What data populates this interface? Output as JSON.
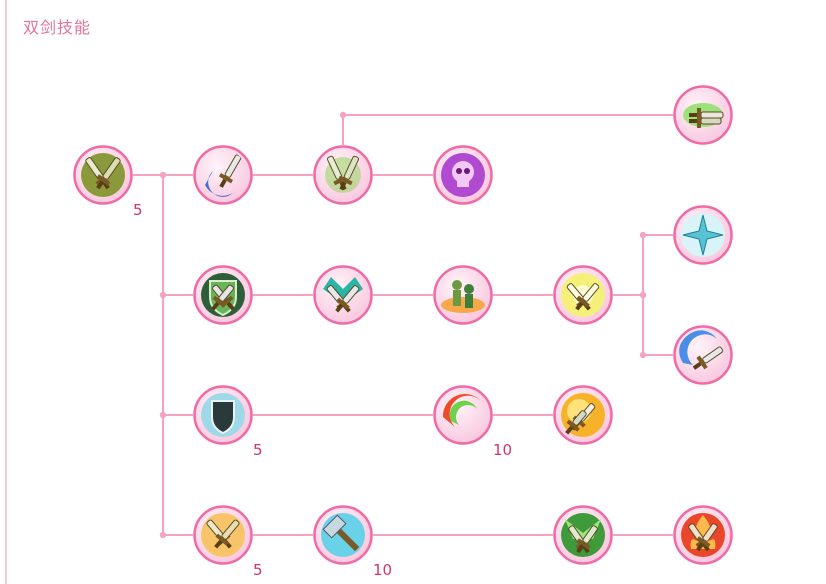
{
  "panel": {
    "title": "双剑技能"
  },
  "colors": {
    "line": "#f6a3c1",
    "ring": "#f06aa5",
    "node_fill": "#fde4ef",
    "level_text": "#d6336c",
    "title_text": "#e2739c"
  },
  "skills": [
    {
      "id": "dual-sword-mastery",
      "icon": "crossed-swords-icon",
      "level": "5"
    },
    {
      "id": "blue-slash",
      "icon": "blue-slash-icon",
      "level": ""
    },
    {
      "id": "green-swords",
      "icon": "swords-green-icon",
      "level": ""
    },
    {
      "id": "skull-curse",
      "icon": "skull-icon",
      "level": ""
    },
    {
      "id": "dash-strike",
      "icon": "dash-blade-icon",
      "level": ""
    },
    {
      "id": "shield-guard",
      "icon": "shield-icon",
      "level": ""
    },
    {
      "id": "teal-swords",
      "icon": "teal-swords-icon",
      "level": ""
    },
    {
      "id": "party-aura",
      "icon": "party-aura-icon",
      "level": ""
    },
    {
      "id": "light-swords",
      "icon": "glowing-swords-icon",
      "level": ""
    },
    {
      "id": "star-pierce",
      "icon": "star-blade-icon",
      "level": ""
    },
    {
      "id": "wave-cut",
      "icon": "wave-blade-icon",
      "level": ""
    },
    {
      "id": "dark-guard",
      "icon": "dark-shield-icon",
      "level": "5"
    },
    {
      "id": "crescent-slash",
      "icon": "crescent-icon",
      "level": "10"
    },
    {
      "id": "golden-blade",
      "icon": "golden-blade-icon",
      "level": ""
    },
    {
      "id": "burst-swords",
      "icon": "burst-swords-icon",
      "level": "5"
    },
    {
      "id": "hammer-strike",
      "icon": "hammer-icon",
      "level": "10"
    },
    {
      "id": "green-fury",
      "icon": "green-fury-icon",
      "level": ""
    },
    {
      "id": "fire-swords",
      "icon": "fire-swords-icon",
      "level": ""
    }
  ]
}
